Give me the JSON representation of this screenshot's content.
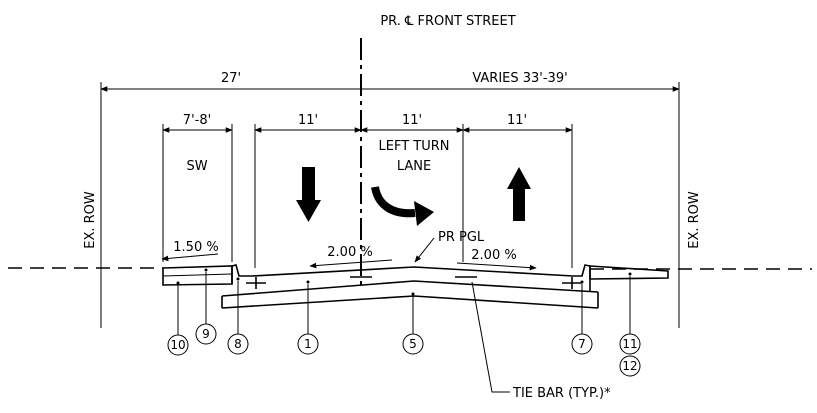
{
  "title": "PR. ℄ FRONT STREET",
  "dimensions": {
    "left_total": "27'",
    "right_total": "VARIES 33'-39'",
    "sidewalk": "7'-8'",
    "lane_1": "11'",
    "lane_2": "11'",
    "lane_3": "11'"
  },
  "labels": {
    "sidewalk": "SW",
    "left_turn_line1": "LEFT TURN",
    "left_turn_line2": "LANE",
    "ex_row_left": "EX. ROW",
    "ex_row_right": "EX. ROW",
    "pr_pgl": "PR PGL",
    "tie_bar": "TIE BAR (TYP.)*"
  },
  "slopes": {
    "sidewalk": "1.50 %",
    "left": "2.00 %",
    "right": "2.00 %"
  },
  "callouts": [
    "10",
    "9",
    "8",
    "1",
    "5",
    "7",
    "11",
    "12"
  ]
}
